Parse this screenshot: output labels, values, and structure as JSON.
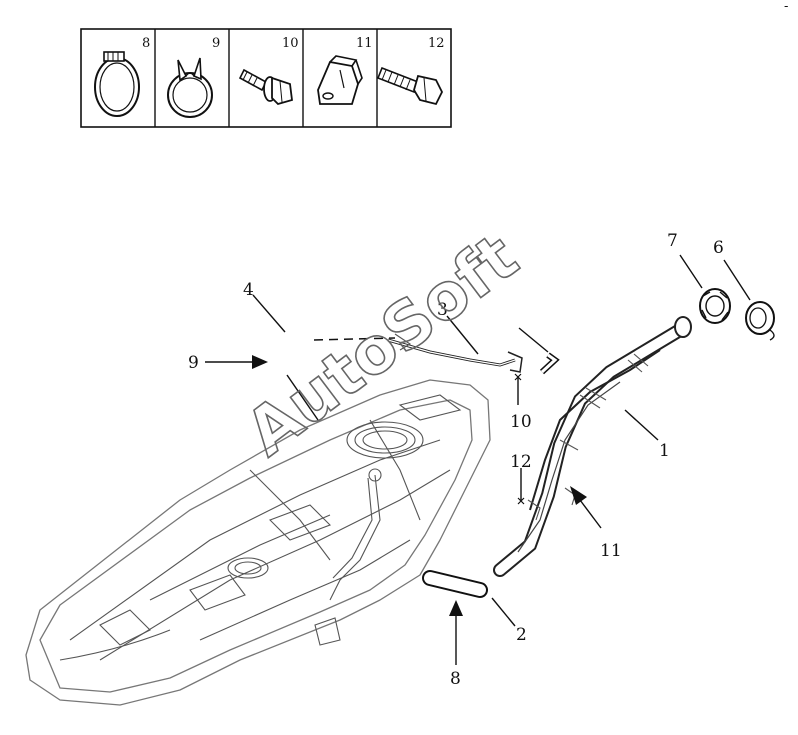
{
  "watermark": "AutoSoft",
  "corner_mark": "-",
  "legend": [
    {
      "num": "8",
      "icon": "hose-clamp-icon"
    },
    {
      "num": "9",
      "icon": "spring-clamp-icon"
    },
    {
      "num": "10",
      "icon": "flanged-bolt-icon"
    },
    {
      "num": "11",
      "icon": "bracket-icon"
    },
    {
      "num": "12",
      "icon": "hex-bolt-icon"
    }
  ],
  "callouts": {
    "c1": "1",
    "c2": "2",
    "c3": "3",
    "c4": "4",
    "c6": "6",
    "c7": "7",
    "c8": "8",
    "c9": "9",
    "c10": "10",
    "c11": "11",
    "c12": "12"
  }
}
